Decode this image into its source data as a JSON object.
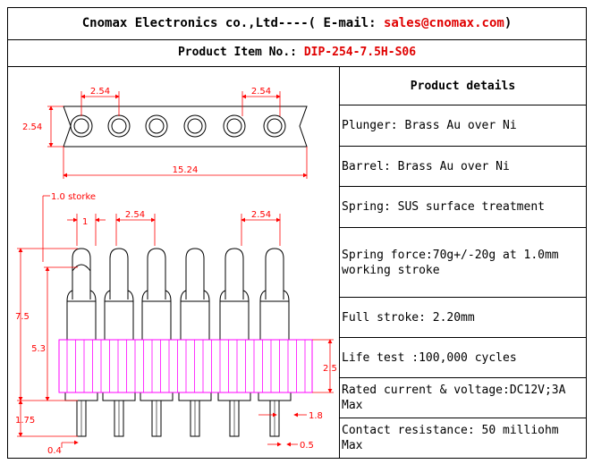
{
  "header": {
    "company": "Cnomax Electronics co.,Ltd",
    "separator": "----(",
    "email_label": "E-mail:",
    "email": "sales@cnomax.com",
    "closing": ")"
  },
  "item": {
    "label": "Product Item No.:",
    "number": "DIP-254-7.5H-S06"
  },
  "details": {
    "title": "Product details",
    "rows": [
      "Plunger: Brass Au over Ni",
      "Barrel: Brass Au over Ni",
      "Spring: SUS surface treatment",
      "Spring force:70g+/-20g at 1.0mm working stroke",
      "Full stroke: 2.20mm",
      "Life test :100,000 cycles",
      "Rated current & voltage:DC12V;3A Max",
      "Contact resistance: 50 milliohm Max"
    ]
  },
  "drawing": {
    "dims": {
      "pitch_top_left": "2.54",
      "pitch_top_right": "2.54",
      "height_top": "2.54",
      "total_width": "15.24",
      "stroke": "1.0 storke",
      "tip_width": "1",
      "pitch_side_left": "2.54",
      "pitch_side_right": "2.54",
      "total_height": "7.5",
      "insulator_height": "5.3",
      "insulator_thickness": "2.5",
      "tail_length": "1.75",
      "tail_width": "0.4",
      "step_width": "1.8",
      "tail_diameter": "0.5"
    },
    "colors": {
      "dimension": "#ff0000",
      "insulator": "#ff00ff",
      "outline": "#000000"
    }
  }
}
